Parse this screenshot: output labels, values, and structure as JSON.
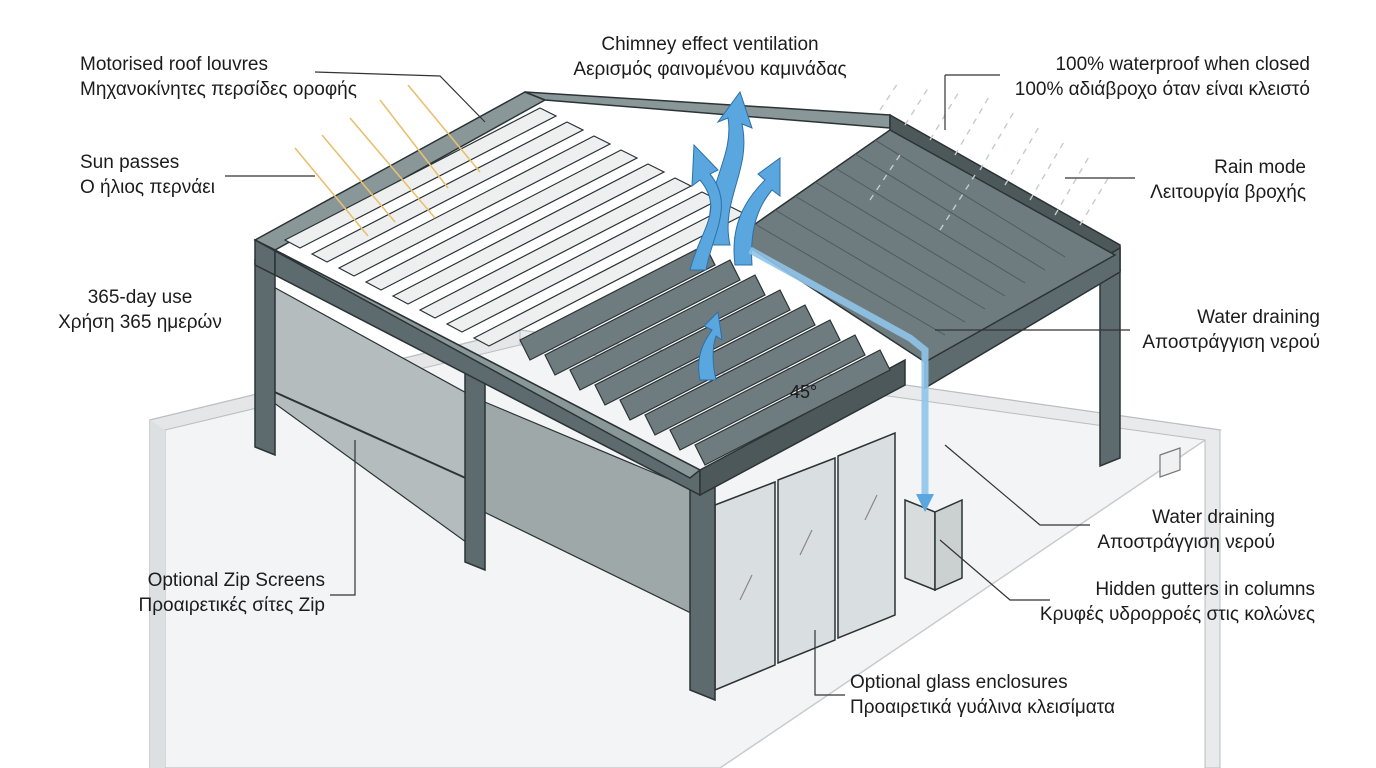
{
  "colors": {
    "frame": "#5d6b6e",
    "frame_dark": "#3f4a4c",
    "frame_light": "#8a9799",
    "outline": "#2b3335",
    "roof_closed": "#6f7c7f",
    "screen": "#9ea8a9",
    "glass": "#d9dfe0",
    "building_top": "#f3f4f5",
    "building_side": "#e4e6e8",
    "airflow": "#5aa7e0",
    "sun_ray": "#e8c070",
    "rain": "#c5cccd",
    "leader": "#333333"
  },
  "labels": {
    "motorised": {
      "en": "Motorised roof louvres",
      "el": "Μηχανοκίνητες περσίδες οροφής"
    },
    "sun": {
      "en": "Sun passes",
      "el": "Ο ήλιος περνάει"
    },
    "allyear": {
      "en": "365-day use",
      "el": "Χρήση 365 ημερών"
    },
    "zip": {
      "en": "Optional Zip Screens",
      "el": "Προαιρετικές σίτες Zip"
    },
    "chimney": {
      "en": "Chimney effect ventilation",
      "el": "Αερισμός φαινομένου καμινάδας"
    },
    "waterproof": {
      "en": "100% waterproof when closed",
      "el": "100% αδιάβροχο όταν είναι κλειστό"
    },
    "rain": {
      "en": "Rain mode",
      "el": "Λειτουργία βροχής"
    },
    "drain1": {
      "en": "Water draining",
      "el": "Αποστράγγιση νερού"
    },
    "drain2": {
      "en": "Water draining",
      "el": "Αποστράγγιση νερού"
    },
    "gutters": {
      "en": "Hidden gutters in columns",
      "el": "Κρυφές υδρορροές στις κολώνες"
    },
    "glass": {
      "en": "Optional glass enclosures",
      "el": "Προαιρετικά γυάλινα κλεισίματα"
    }
  },
  "angle_label": "45°"
}
